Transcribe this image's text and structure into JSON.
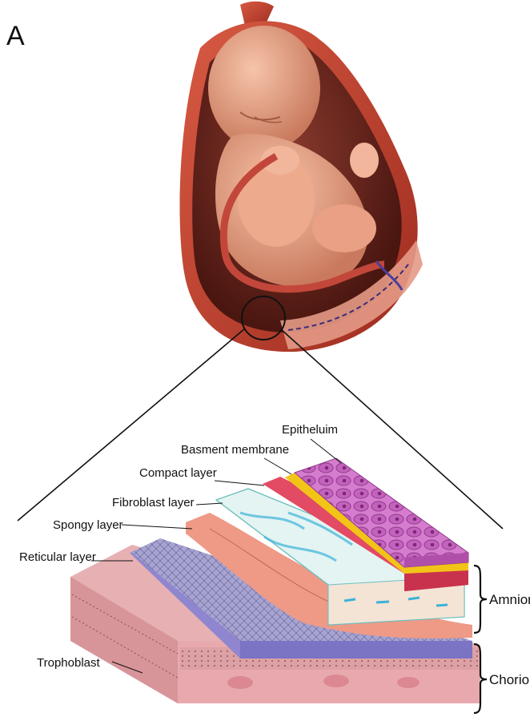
{
  "figure": {
    "panel_letter": "A",
    "layer_labels": {
      "epithelium": "Epitheluim",
      "basement_membrane": "Basment membrane",
      "compact_layer": "Compact layer",
      "fibroblast_layer": "Fibroblast layer",
      "spongy_layer": "Spongy layer",
      "reticular_layer": "Reticular layer",
      "trophoblast": "Trophoblast"
    },
    "group_labels": {
      "amnion": "Amnion",
      "chorion": "Chorion"
    }
  },
  "colors": {
    "uterine_wall": "#c0412f",
    "fetus_skin": "#e9a48a",
    "epithelium": "#c66bc2",
    "basement_membrane": "#f2c418",
    "compact_layer": "#e34a63",
    "fibroblast_layer": "#e4f4f2",
    "spongy_layer": "#ee9a86",
    "reticular_layer": "#8f86cf",
    "trophoblast": "#e7b1b3"
  }
}
